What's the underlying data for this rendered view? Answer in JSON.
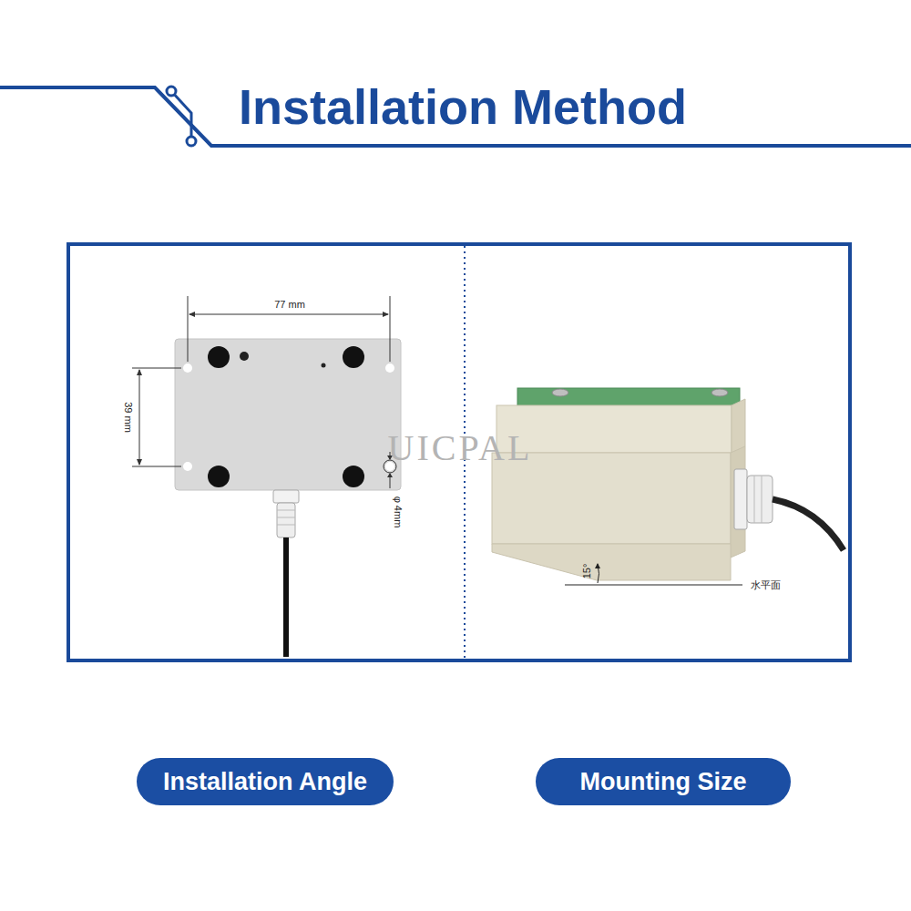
{
  "diagram": {
    "title": "Installation Method",
    "nodes": [
      {
        "text": [
          "Installation Angle"
        ]
      },
      {
        "text": [
          "Mounting Size"
        ]
      }
    ],
    "labels": [
      "77 mm",
      "39 mm",
      "φ 4mm",
      "UICPAL",
      "15°",
      "水平面"
    ]
  }
}
